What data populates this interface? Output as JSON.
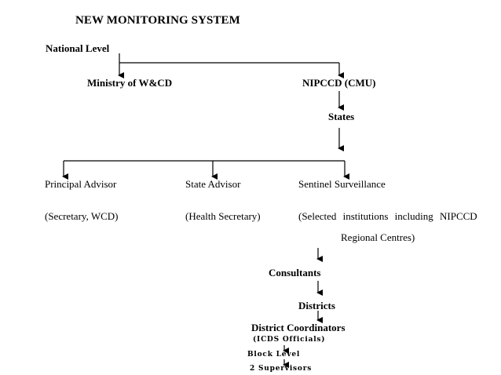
{
  "title": "NEW MONITORING SYSTEM",
  "level_label": "National Level",
  "nodes": {
    "ministry": "Ministry of W&CD",
    "nipccd": "NIPCCD (CMU)",
    "states": "States",
    "principal_advisor": "Principal Advisor",
    "principal_advisor_sub": "(Secretary, WCD)",
    "state_advisor": "State Advisor",
    "state_advisor_sub": "(Health Secretary)",
    "sentinel": "Sentinel Surveillance",
    "sentinel_sub_1": "(Selected institutions including NIPCCD",
    "sentinel_sub_2": "Regional Centres)",
    "consultants": "Consultants",
    "districts": "Districts",
    "district_coordinators": "District Coordinators",
    "icds_officials": "(ICDS Officials)",
    "block_level": "Block Level",
    "supervisors": "2 Supervisors"
  }
}
